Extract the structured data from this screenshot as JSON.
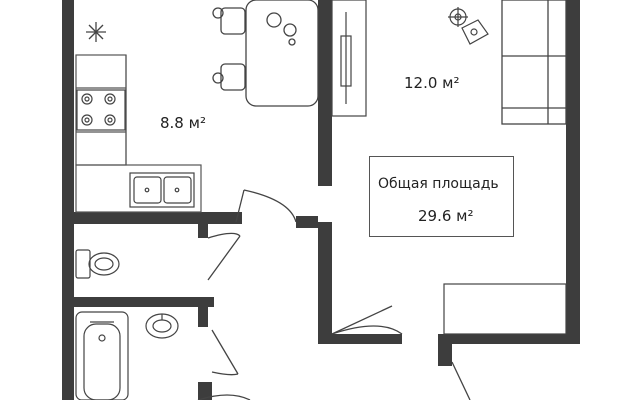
{
  "labels": {
    "kitchen_area": "8.8 м²",
    "room_area": "12.0 м²",
    "total_title": "Общая площадь",
    "total_area": "29.6 м²"
  },
  "colors": {
    "wall": "#3d3d3d",
    "line": "#555555",
    "background": "#ffffff"
  },
  "icons": [
    "snowflake-icon",
    "flower-icon"
  ]
}
